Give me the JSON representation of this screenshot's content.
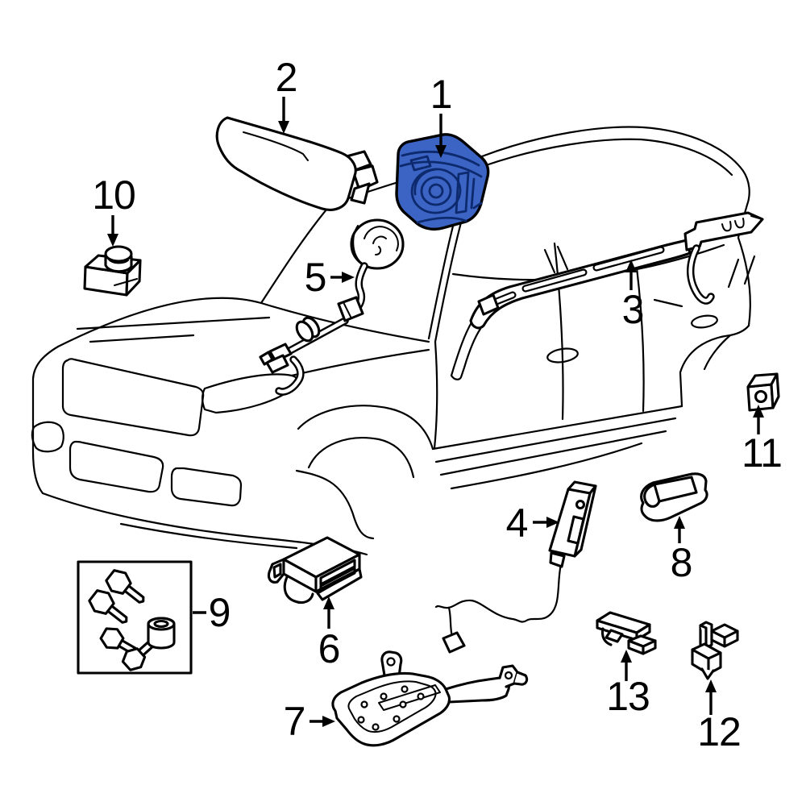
{
  "colors": {
    "background": "#ffffff",
    "line_art": "#000000",
    "highlight_fill": "#3b64c4",
    "highlight_detail": "#0d2a6e"
  },
  "callouts": [
    {
      "number": "1",
      "highlighted": true
    },
    {
      "number": "2",
      "highlighted": false
    },
    {
      "number": "3",
      "highlighted": false
    },
    {
      "number": "4",
      "highlighted": false
    },
    {
      "number": "5",
      "highlighted": false
    },
    {
      "number": "6",
      "highlighted": false
    },
    {
      "number": "7",
      "highlighted": false
    },
    {
      "number": "8",
      "highlighted": false
    },
    {
      "number": "9",
      "highlighted": false
    },
    {
      "number": "10",
      "highlighted": false
    },
    {
      "number": "11",
      "highlighted": false
    },
    {
      "number": "12",
      "highlighted": false
    },
    {
      "number": "13",
      "highlighted": false
    }
  ]
}
